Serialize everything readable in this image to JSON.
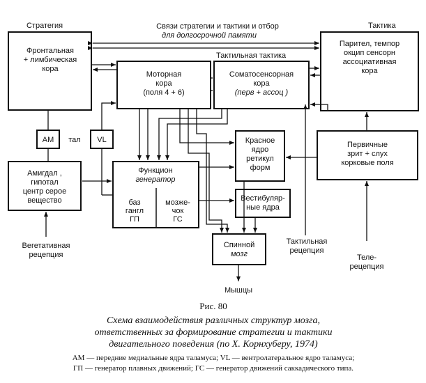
{
  "headers": {
    "strategy": "Стратегия",
    "tactics": "Тактика",
    "top_link": [
      "Связи стратегии и тактики и отбор",
      "для долгосрочной памяти"
    ],
    "tactile_tactics": "Тактильная тактика"
  },
  "boxes": {
    "frontal": [
      "Фронтальная",
      "+ лимбическая",
      "кора"
    ],
    "parietal": [
      "Парител, темпор",
      "окцип сенсорн",
      "ассоциативная",
      "кора"
    ],
    "motor": [
      "Моторная",
      "кора",
      "(поля 4 + 6)"
    ],
    "somato": [
      "Соматосенсорная",
      "кора",
      "(перв + ассоц )"
    ],
    "am": "АМ",
    "tal": "тал",
    "vl": "VL",
    "red_nucleus": [
      "Красное",
      "ядро",
      "ретикул",
      "форм"
    ],
    "primary": [
      "Первичные",
      "зрит + слух",
      "корковые поля"
    ],
    "amygdala": [
      "Амигдал ,",
      "гипотал",
      "центр серое",
      "вещество"
    ],
    "func_gen": [
      "Функцион",
      "генератор"
    ],
    "basal": [
      "баз",
      "гангл",
      "ГП"
    ],
    "cerebellum": [
      "мозже-",
      "чок",
      "ГС"
    ],
    "vestibular": [
      "Вестибуляр-",
      "ные ядра"
    ],
    "spinal": [
      "Спинной",
      "мозг"
    ]
  },
  "labels": {
    "vegetative": [
      "Вегетативная",
      "рецепция"
    ],
    "tactile_reception": [
      "Тактильная",
      "рецепция"
    ],
    "tele_reception": [
      "Теле-",
      "рецепция"
    ],
    "muscles": "Мышцы"
  },
  "caption": {
    "figure": "Рис. 80",
    "title": [
      "Схема взаимодействия различных структур мозга,",
      "ответственных за формирование стратегии и тактики",
      "двигательного поведения (по X. Корнхуберу, 1974)"
    ],
    "legend": [
      "АМ — передние медиальные ядра таламуса; VL — вентролатеральное ядро таламуса;",
      "ГП — генератор плавных движений; ГС — генератор движений саккадического типа."
    ]
  }
}
